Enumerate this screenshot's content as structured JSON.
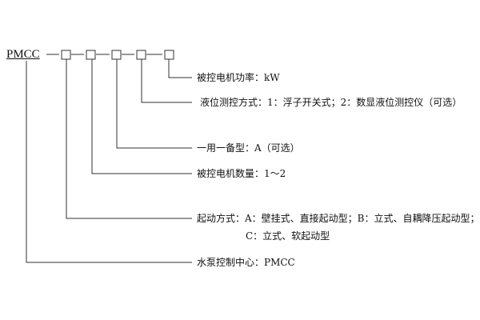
{
  "code": "PMCC",
  "items": [
    {
      "label": "被控电机功率：kW"
    },
    {
      "label": "液位测控方式：1：浮子开关式；2：数显液位测控仪（可选）"
    },
    {
      "label": "一用一备型：A（可选）"
    },
    {
      "label": "被控电机数量：1～2"
    },
    {
      "label": "起动方式：A：壁挂式、直接起动型；B：立式、自耦降压起动型；",
      "label2": "C：立式、软起动型"
    },
    {
      "label": "水泵控制中心：PMCC"
    }
  ]
}
